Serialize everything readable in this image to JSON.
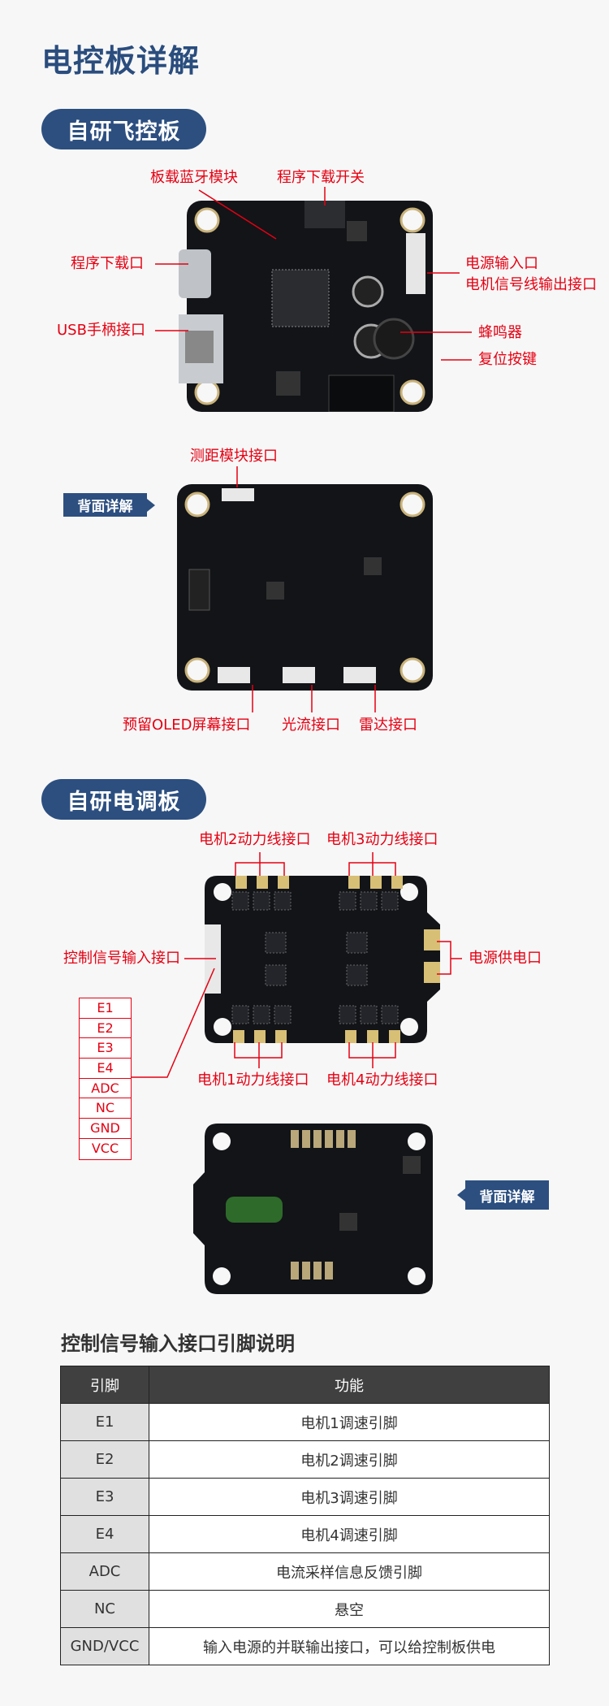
{
  "title": "电控板详解",
  "section1": {
    "pill": "自研飞控板",
    "front_labels": {
      "bluetooth": "板载蓝牙模块",
      "switch": "程序下载开关",
      "download_port": "程序下载口",
      "usb": "USB手柄接口",
      "power_in": "电源输入口",
      "motor_signal": "电机信号线输出接口",
      "buzzer": "蜂鸣器",
      "reset": "复位按键"
    },
    "back_tag": "背面详解",
    "back_labels": {
      "ranging": "测距模块接口",
      "oled": "预留OLED屏幕接口",
      "optical_flow": "光流接口",
      "radar": "雷达接口"
    }
  },
  "section2": {
    "pill": "自研电调板",
    "labels": {
      "m2": "电机2动力线接口",
      "m3": "电机3动力线接口",
      "m1": "电机1动力线接口",
      "m4": "电机4动力线接口",
      "ctrl": "控制信号输入接口",
      "power": "电源供电口"
    },
    "pins": [
      "E1",
      "E2",
      "E3",
      "E4",
      "ADC",
      "NC",
      "GND",
      "VCC"
    ],
    "back_tag": "背面详解"
  },
  "table": {
    "title": "控制信号输入接口引脚说明",
    "headers": [
      "引脚",
      "功能"
    ],
    "rows": [
      [
        "E1",
        "电机1调速引脚"
      ],
      [
        "E2",
        "电机2调速引脚"
      ],
      [
        "E3",
        "电机3调速引脚"
      ],
      [
        "E4",
        "电机4调速引脚"
      ],
      [
        "ADC",
        "电流采样信息反馈引脚"
      ],
      [
        "NC",
        "悬空"
      ],
      [
        "GND/VCC",
        "输入电源的并联输出接口，可以给控制板供电"
      ]
    ]
  }
}
